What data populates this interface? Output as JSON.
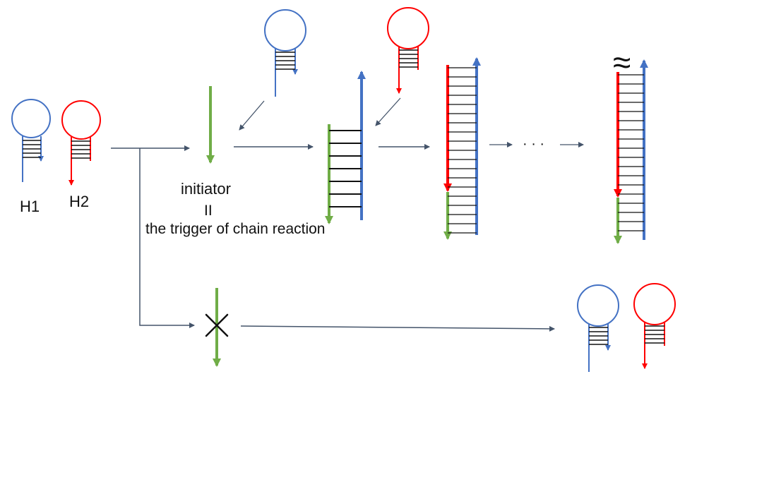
{
  "labels": {
    "h1": "H1",
    "h2": "H2",
    "initiator": "initiator",
    "equals": "II",
    "trigger": "the trigger of chain reaction",
    "dots": "· · ·",
    "approx": "≈"
  },
  "colors": {
    "h1_strand": "#4472c4",
    "h2_strand": "#ff0000",
    "initiator_strand": "#70ad47",
    "arrow": "#44546a",
    "rung": "#111111",
    "text": "#111111"
  },
  "icons": {
    "block": "x-mark-icon",
    "approx": "approx-icon"
  }
}
